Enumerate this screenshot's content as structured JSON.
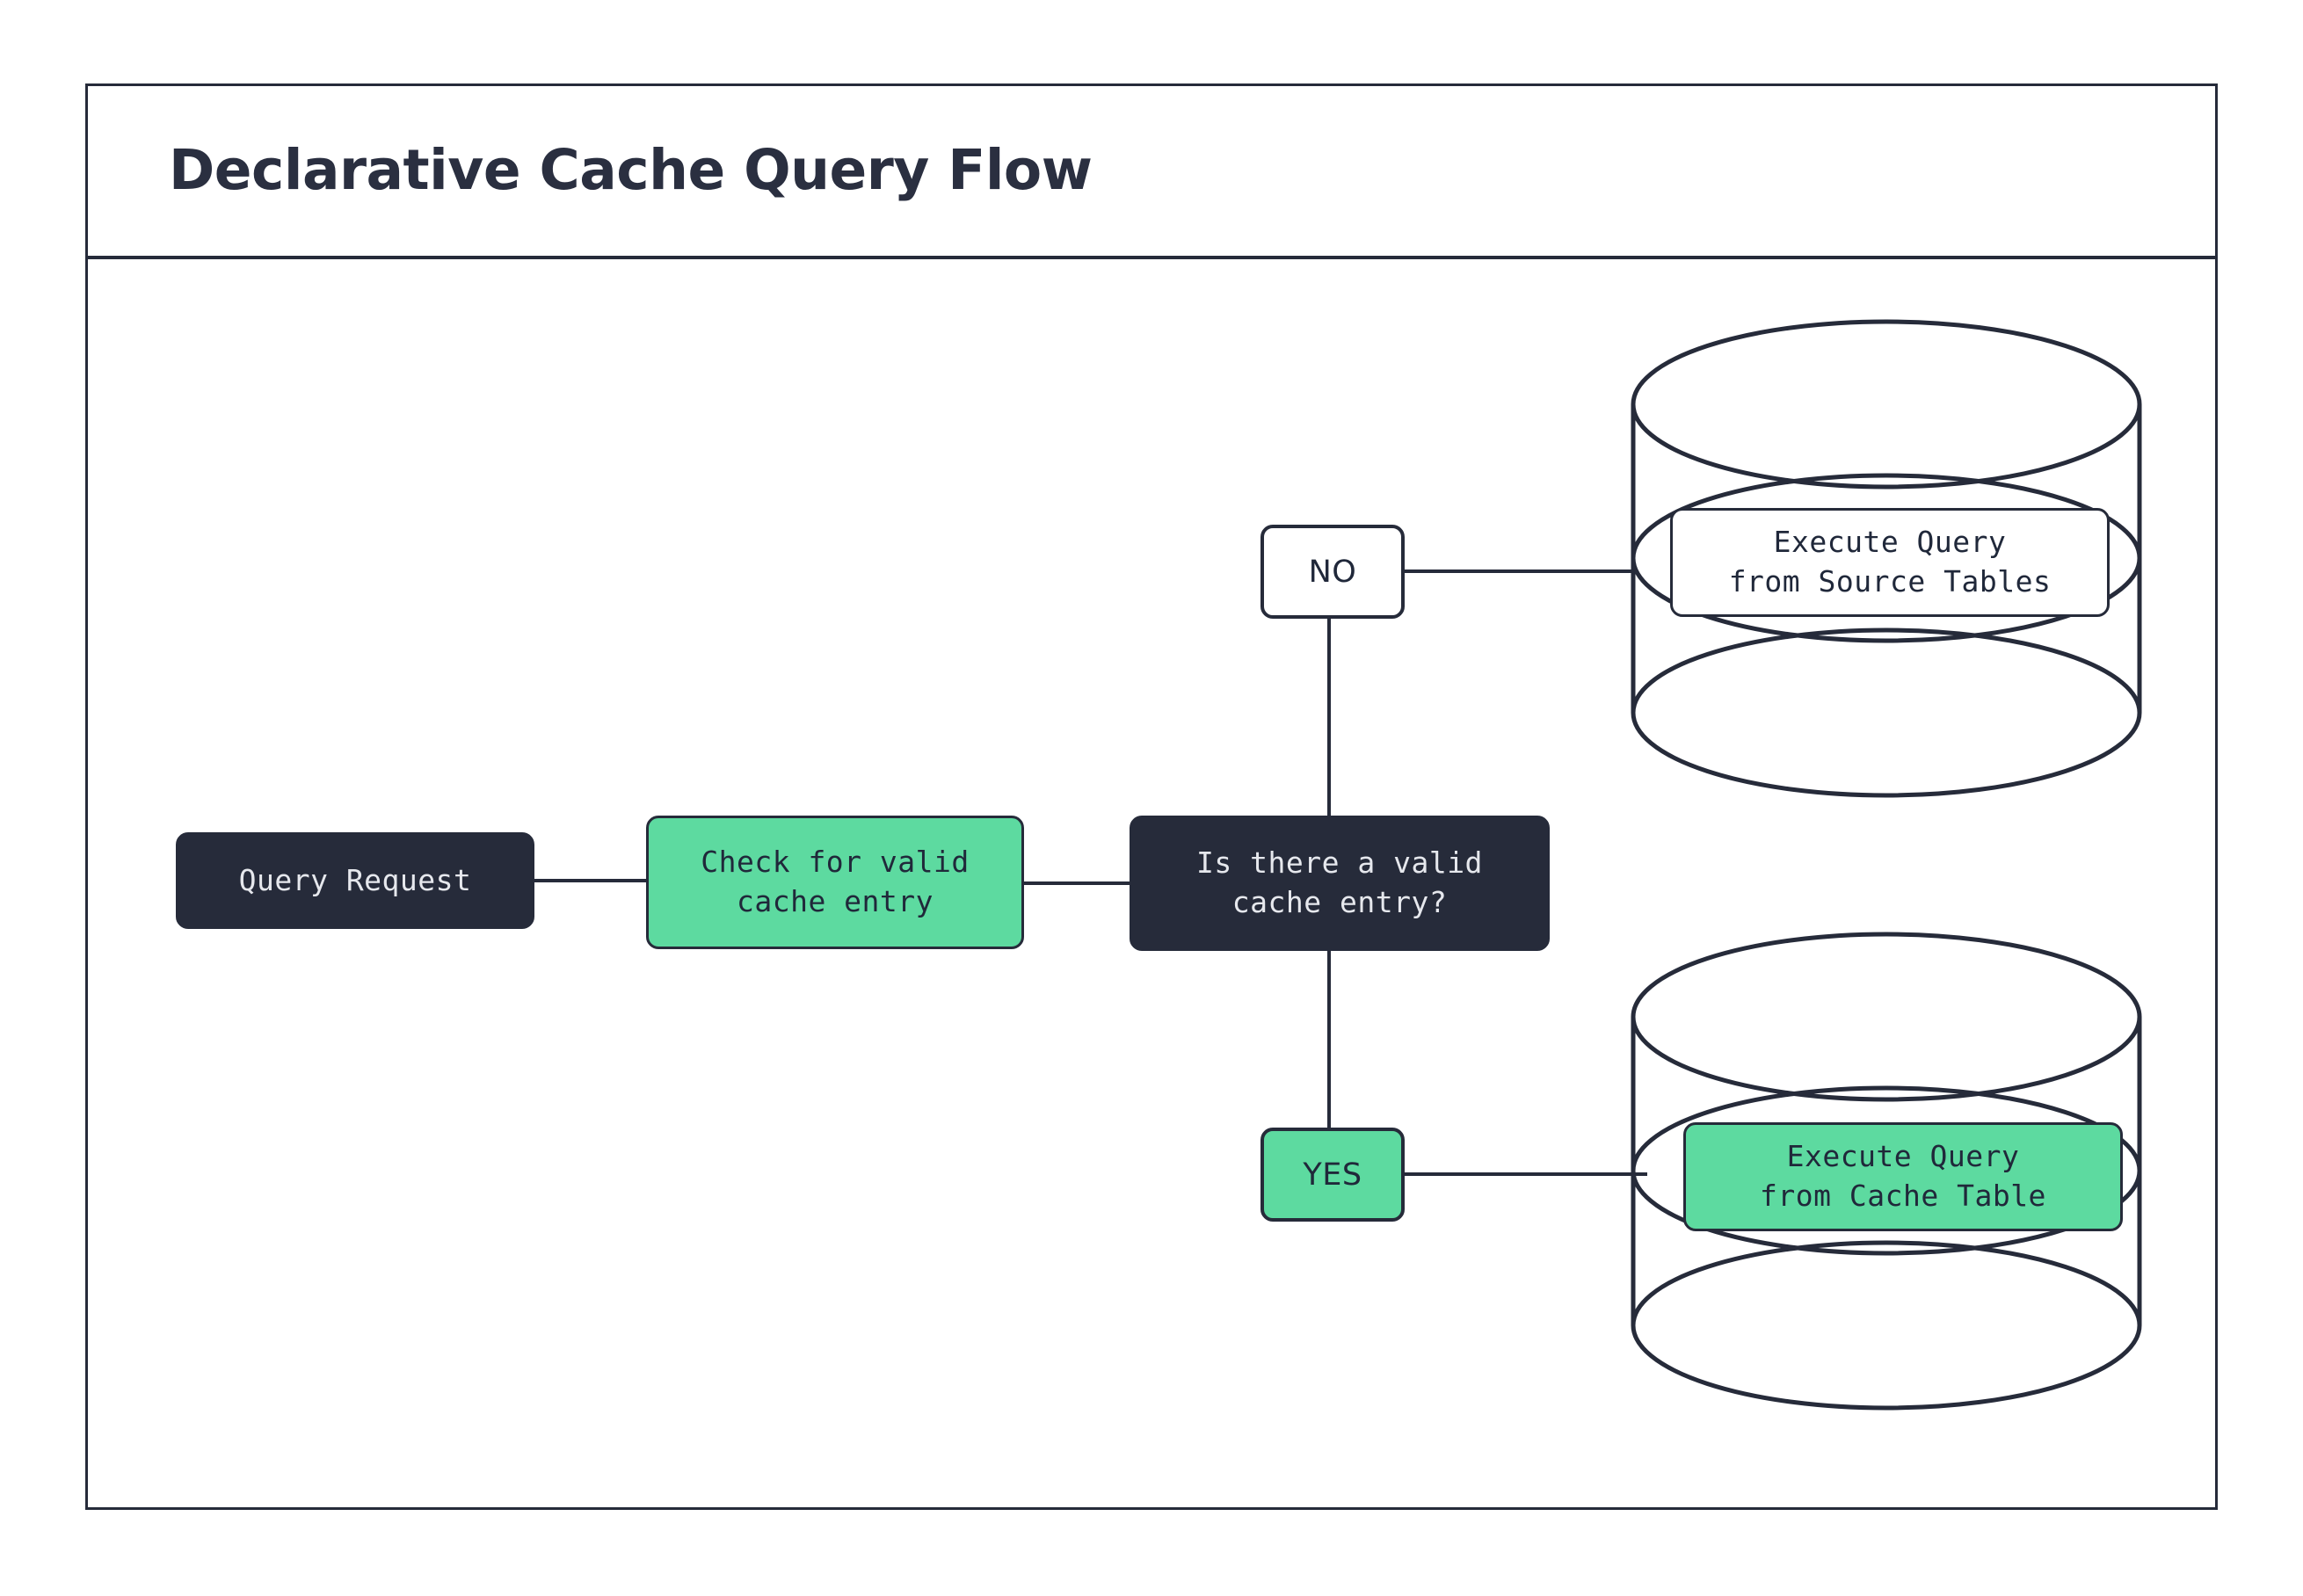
{
  "diagram": {
    "title": "Declarative Cache Query Flow",
    "nodes": {
      "query_request": "Query Request",
      "check_cache": "Check for valid\ncache entry",
      "decision": "Is there a valid\ncache entry?",
      "branch_no": "NO",
      "branch_yes": "YES",
      "execute_source": "Execute Query\nfrom Source Tables",
      "execute_cache": "Execute Query\nfrom Cache Table"
    },
    "colors": {
      "ink": "#262b3a",
      "dark_fill": "#262b3a",
      "dark_text": "#e6e8ed",
      "green_fill": "#5ddaa0",
      "green_text": "#20283a",
      "white_fill": "#ffffff",
      "page_background": "#ffffff"
    },
    "icons": {
      "source_database": "database-cylinder-icon",
      "cache_database": "database-cylinder-icon"
    }
  }
}
